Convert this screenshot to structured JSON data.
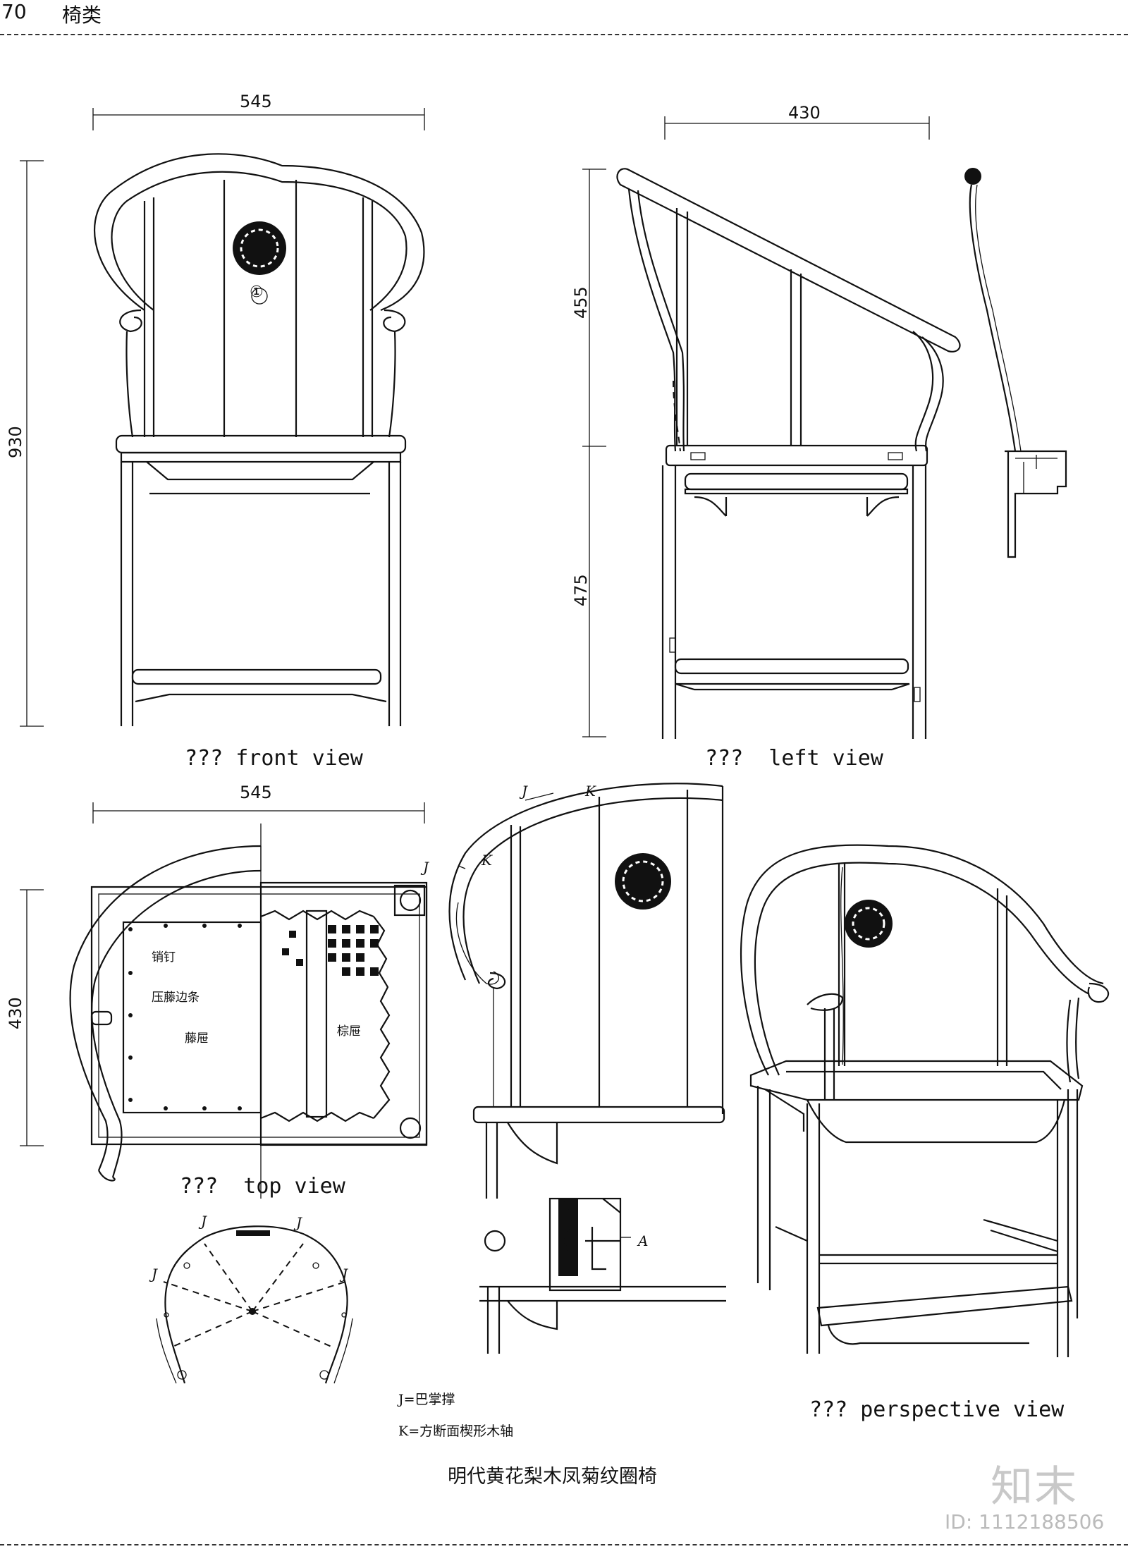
{
  "header": {
    "page_number": "70",
    "section": "椅类"
  },
  "views": {
    "front": {
      "caption": "??? front view",
      "width_dim": "545",
      "height_dim": "930",
      "marker": "①"
    },
    "left": {
      "caption": "???  left view",
      "width_dim": "430",
      "upper_dim": "455",
      "lower_dim": "475"
    },
    "top": {
      "caption": "???  top view",
      "width_dim": "545",
      "depth_dim": "430",
      "labels": {
        "pin": "销钉",
        "strip": "压藤边条",
        "rattan": "藤屉",
        "palm": "棕屉"
      }
    },
    "perspective": {
      "caption": "??? perspective view"
    }
  },
  "joint_marks": {
    "j": "J",
    "k": "K",
    "a": "A"
  },
  "legend": {
    "j_note": "J=巴掌撑",
    "k_note": "K=方断面楔形木轴"
  },
  "title": "明代黄花梨木凤菊纹圈椅",
  "watermark": {
    "brand": "知末",
    "id": "ID: 1112188506"
  }
}
